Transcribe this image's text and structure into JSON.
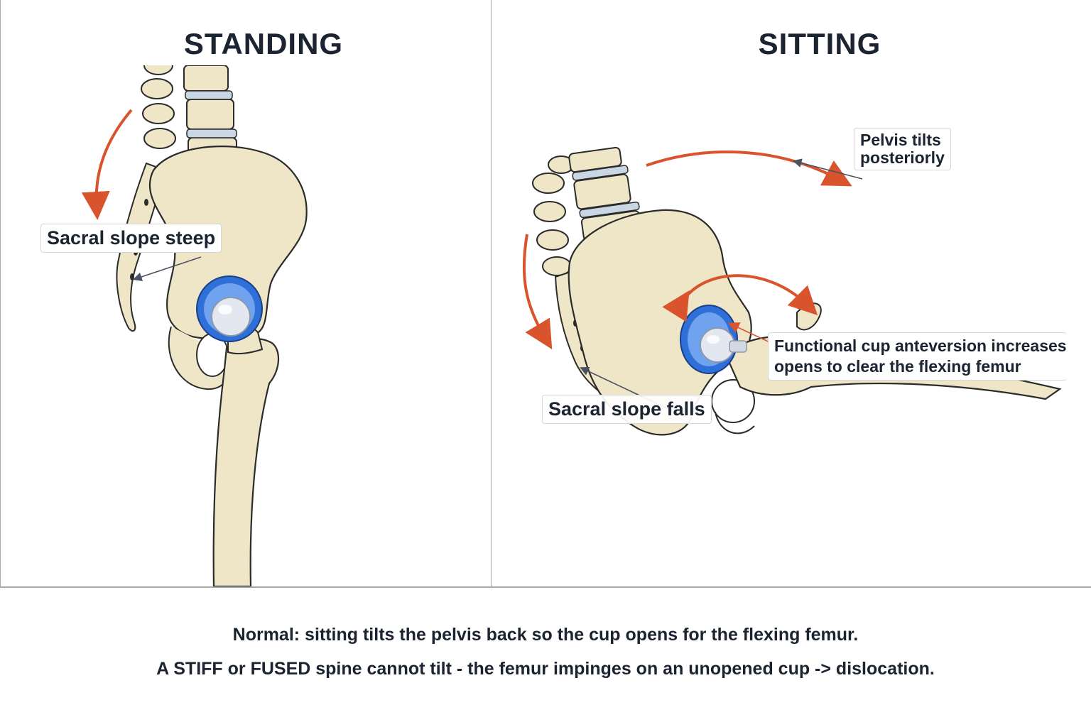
{
  "panels": {
    "standing": {
      "title": "STANDING",
      "callout": "Sacral slope steep"
    },
    "sitting": {
      "title": "SITTING",
      "callout_tilt": [
        "Pelvis tilts",
        "posteriorly"
      ],
      "callout_cup": [
        "Functional cup anteversion increases",
        "opens to clear the flexing femur"
      ],
      "callout_slope": "Sacral slope falls"
    }
  },
  "caption": {
    "line1": "Normal: sitting tilts the pelvis back so the cup opens for the flexing femur.",
    "line2": "A STIFF or FUSED spine cannot tilt - the femur impinges on an unopened cup -> dislocation."
  },
  "colors": {
    "bone": "#efe6c8",
    "bone_outline": "#2b2b2b",
    "cup": "#2f6fd8",
    "arrow": "#d9532c",
    "disc": "#c9d6e3",
    "leader": "#4a5160"
  }
}
